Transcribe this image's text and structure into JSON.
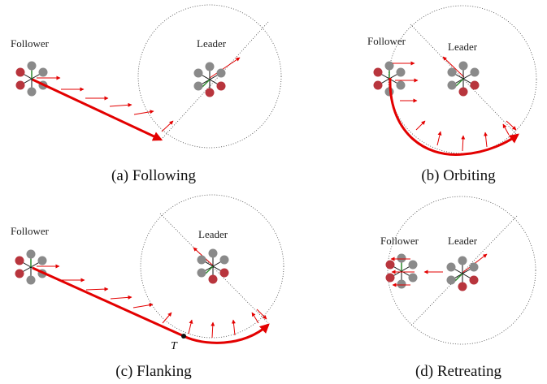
{
  "panels": [
    {
      "id": "a",
      "caption": "(a) Following",
      "follower_label": "Follower",
      "leader_label": "Leader"
    },
    {
      "id": "b",
      "caption": "(b) Orbiting",
      "follower_label": "Follower",
      "leader_label": "Leader"
    },
    {
      "id": "c",
      "caption": "(c) Flanking",
      "follower_label": "Follower",
      "leader_label": "Leader",
      "point_label": "T"
    },
    {
      "id": "d",
      "caption": "(d) Retreating",
      "follower_label": "Follower",
      "leader_label": "Leader"
    }
  ],
  "colors": {
    "path": "#e30000",
    "rotor_red": "#b8353d",
    "rotor_gray": "#8a8a8a",
    "heading": "#2e8b2e",
    "circle": "#333333"
  }
}
